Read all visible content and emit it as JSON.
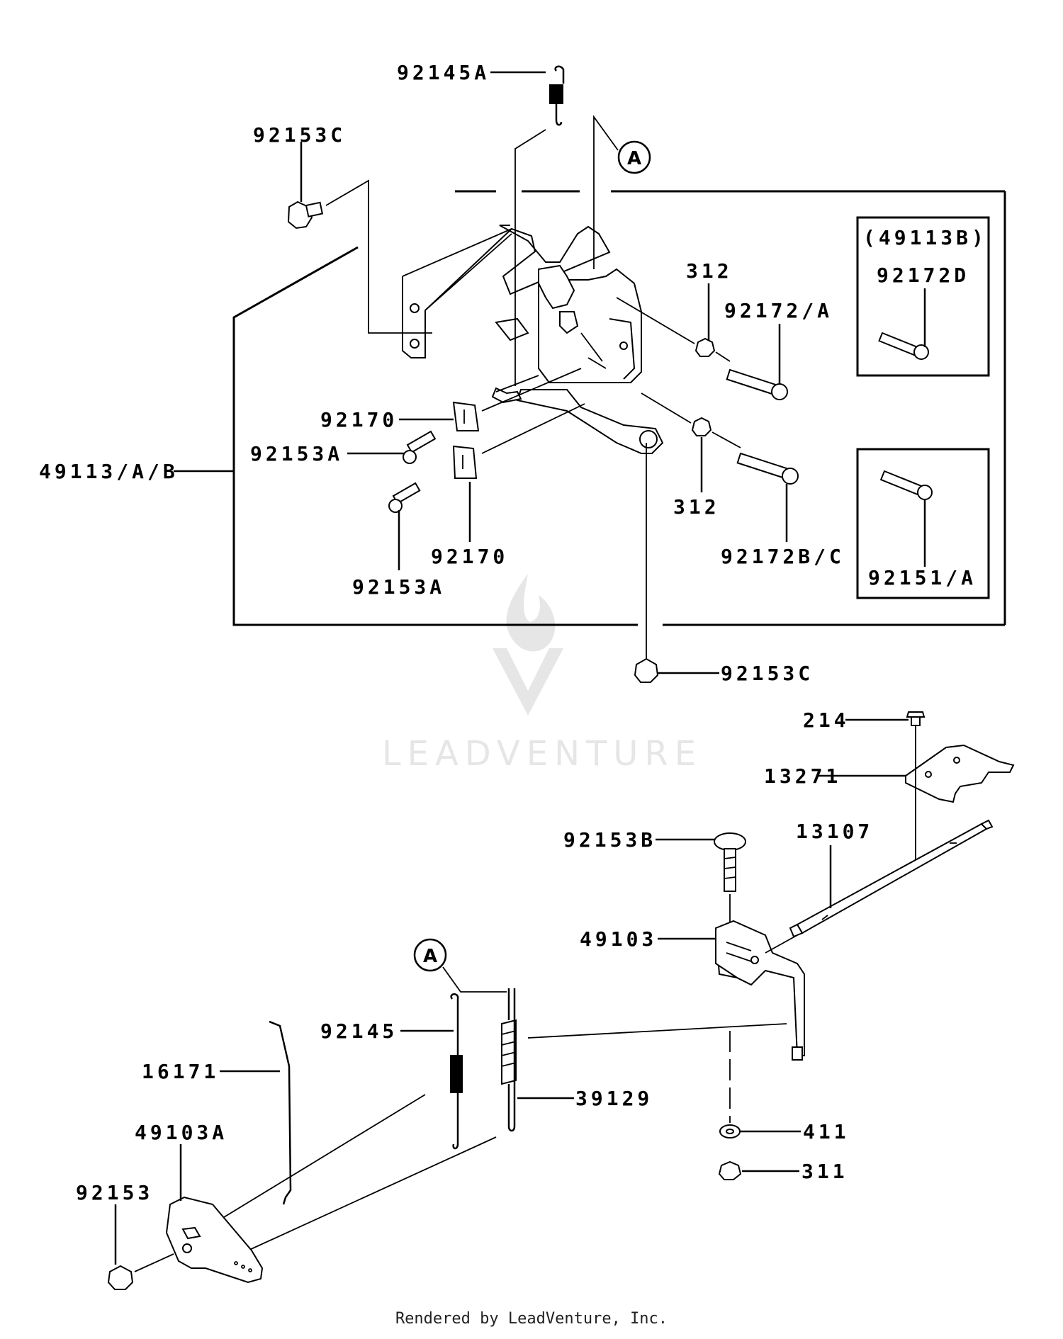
{
  "diagram": {
    "watermark": "LEADVENTURE",
    "footer": "Rendered by LeadVenture, Inc.",
    "callouts": {
      "p92145A": "92145A",
      "p92153C_top": "92153C",
      "ref_A_top": "A",
      "inset_group": "(49113B)",
      "p92172D": "92172D",
      "p312_top": "312",
      "p92172_A": "92172/A",
      "p92170_top": "92170",
      "p92153A_mid": "92153A",
      "p49113_A_B": "49113/A/B",
      "p92170_bottom": "92170",
      "p312_bottom": "312",
      "p92172B_C": "92172B/C",
      "p92153A_low": "92153A",
      "p92151_A": "92151/A",
      "p92153C_low": "92153C",
      "p214": "214",
      "p13271": "13271",
      "p92153B": "92153B",
      "p13107": "13107",
      "p49103": "49103",
      "ref_A_bottom": "A",
      "p92145": "92145",
      "p16171": "16171",
      "p39129": "39129",
      "p49103A": "49103A",
      "p411": "411",
      "p92153": "92153",
      "p311": "311"
    }
  }
}
